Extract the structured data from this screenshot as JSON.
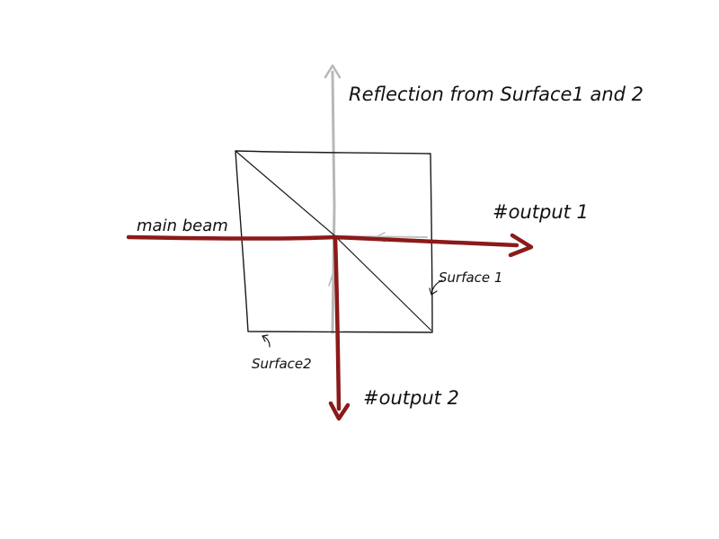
{
  "diagram": {
    "labels": {
      "reflection": "Reflection from Surface1 and 2",
      "main_beam": "main beam",
      "output1": "#output 1",
      "output2": "#output 2",
      "surface1": "Surface 1",
      "surface2": "Surface2"
    },
    "colors": {
      "main_beam": "#8b1a1a",
      "reflection": "#b8b8b8",
      "outline": "#1a1a1a",
      "text": "#111111"
    }
  }
}
